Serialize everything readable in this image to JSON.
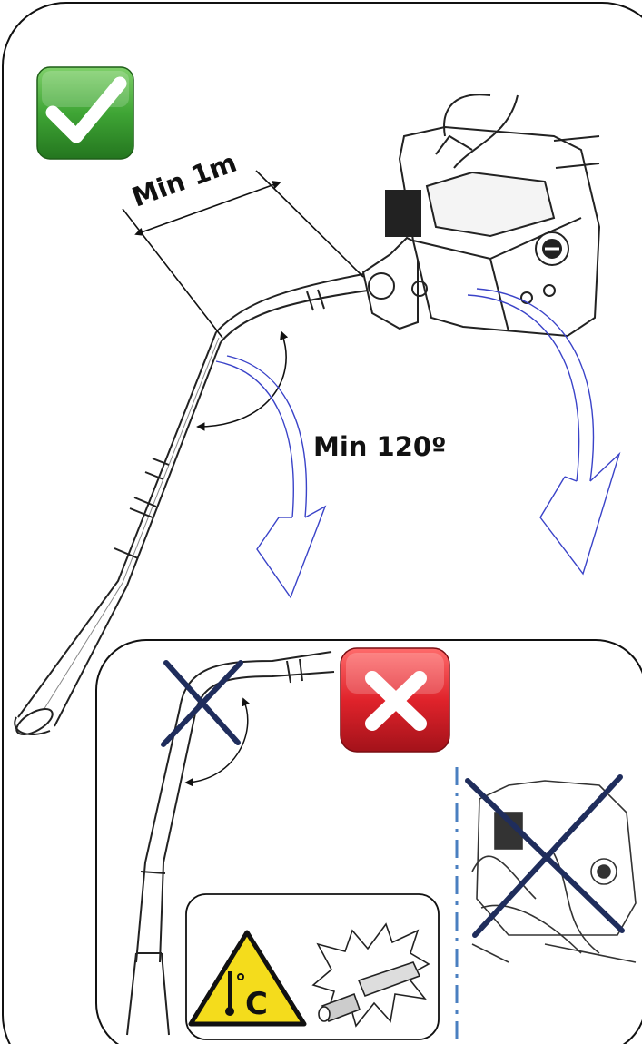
{
  "labels": {
    "min_length": "Min 1m",
    "min_angle": "Min 120º",
    "temp_unit": "°C"
  },
  "icons": {
    "correct": "green-check-icon",
    "incorrect": "red-x-icon",
    "warning": "hot-surface-warning-icon"
  },
  "colors": {
    "check_green": "#3fa535",
    "x_red": "#e0232b",
    "cross_navy": "#1f2d5c",
    "arrow_blue": "#3a43c8",
    "warning_yellow": "#f4dc1c",
    "divider_blue": "#4a7fc0"
  }
}
